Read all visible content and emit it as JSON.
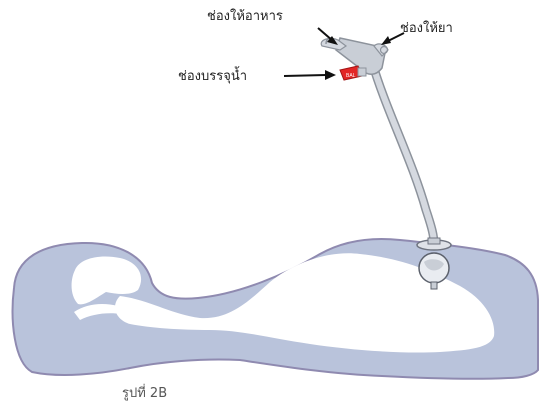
{
  "labels": {
    "feeding_port": "ช่องให้อาหาร",
    "medication_port": "ช่องให้ยา",
    "balloon_port": "ช่องบรรจุน้ำ",
    "balloon_valve_text": "BAL",
    "figure_caption": "รูปที่ 2B"
  },
  "colors": {
    "body_fill": "#b9c3db",
    "body_outline": "#8f8ab0",
    "cavity_fill": "#ffffff",
    "tube": "#c9ced6",
    "tube_outline": "#8d939c",
    "valve_red": "#e32626",
    "arrow": "#111111",
    "text": "#222222"
  }
}
